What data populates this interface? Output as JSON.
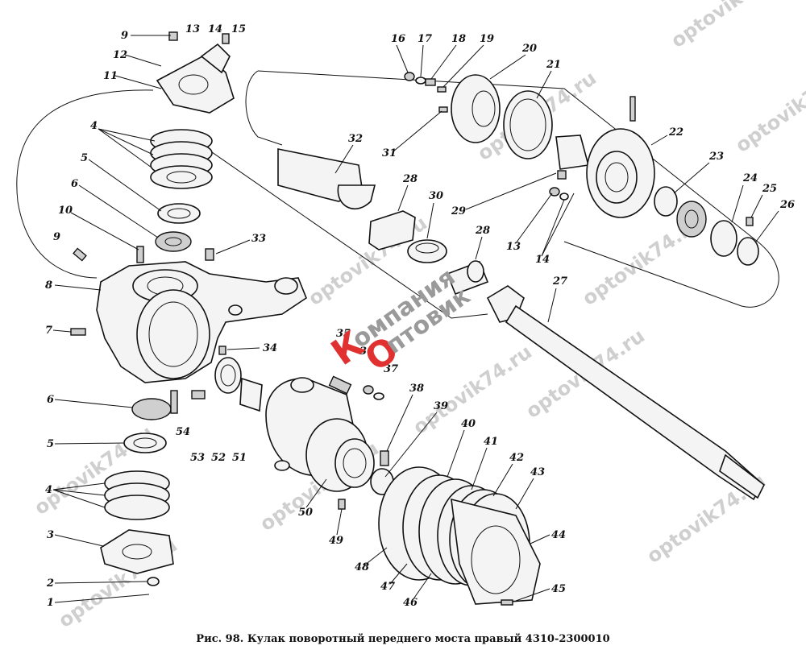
{
  "caption": "Рис. 98. Кулак поворотный переднего моста правый 4310-2300010",
  "watermark": {
    "text": "optovik74.ru",
    "color": "#cfcfcf"
  },
  "logo": {
    "line1": "омпания",
    "line2": "птовик",
    "initial_k": "К",
    "initial_o": "О",
    "accent_color": "#e03030"
  },
  "callouts": [
    "1",
    "2",
    "3",
    "4",
    "5",
    "6",
    "7",
    "8",
    "9",
    "10",
    "11",
    "12",
    "13",
    "14",
    "15",
    "16",
    "17",
    "18",
    "19",
    "20",
    "21",
    "22",
    "23",
    "24",
    "25",
    "26",
    "27",
    "28",
    "29",
    "30",
    "31",
    "32",
    "33",
    "34",
    "35",
    "36",
    "37",
    "38",
    "39",
    "40",
    "41",
    "42",
    "43",
    "44",
    "45",
    "46",
    "47",
    "48",
    "49",
    "50",
    "51",
    "52",
    "53",
    "54"
  ]
}
